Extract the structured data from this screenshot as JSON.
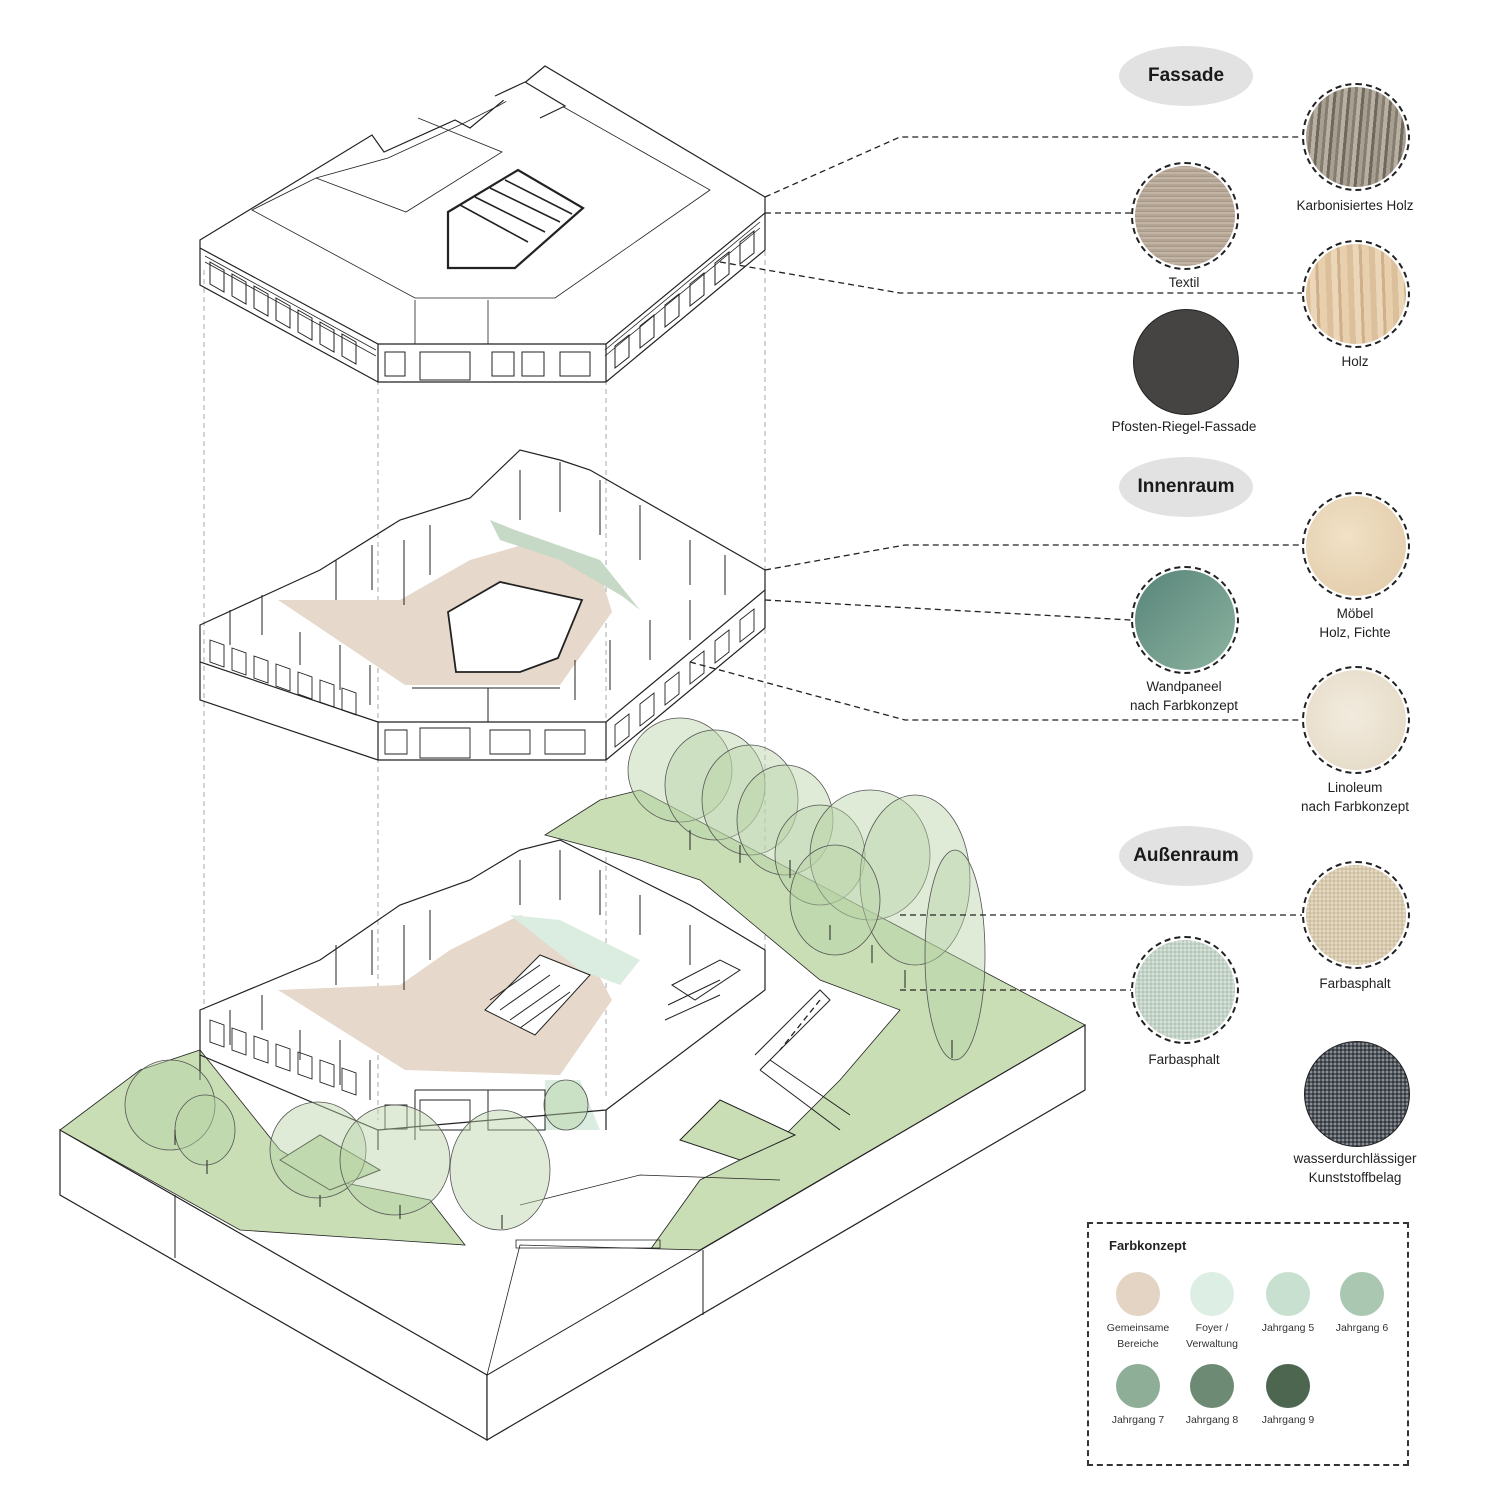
{
  "sections": {
    "fassade": "Fassade",
    "innenraum": "Innenraum",
    "aussenraum": "Außenraum"
  },
  "materials": {
    "karbonisiertes_holz": "Karbonisiertes Holz",
    "textil": "Textil",
    "holz": "Holz",
    "pfosten_riegel": "Pfosten-Riegel-Fassade",
    "moebel_line1": "Möbel",
    "moebel_line2": "Holz, Fichte",
    "wandpaneel_line1": "Wandpaneel",
    "wandpaneel_line2": "nach Farbkonzept",
    "linoleum_line1": "Linoleum",
    "linoleum_line2": "nach Farbkonzept",
    "farbasphalt_1": "Farbasphalt",
    "farbasphalt_2": "Farbasphalt",
    "kunststoff_line1": "wasserdurchlässiger",
    "kunststoff_line2": "Kunststoffbelag"
  },
  "colors": {
    "karbonisiertes_holz": "#8e8679",
    "textil": "#b8a999",
    "holz": "#e0c7a4",
    "pfosten_riegel": "#454443",
    "moebel": "#e9d6b8",
    "wandpaneel": "#6d9985",
    "linoleum": "#ece3d3",
    "farbasphalt_warm": "#d9ccb2",
    "farbasphalt_green": "#c4d3c8",
    "kunststoff": "#3e4249",
    "floor_common": "#e6d8ca",
    "landscape": "#c9deb5",
    "tree": "#b9d3a6"
  },
  "farbkonzept": {
    "title": "Farbkonzept",
    "items": [
      {
        "line1": "Gemeinsame",
        "line2": "Bereiche",
        "color": "#e3d4c3"
      },
      {
        "line1": "Foyer /",
        "line2": "Verwaltung",
        "color": "#ddeee4"
      },
      {
        "line1": "Jahrgang 5",
        "line2": "",
        "color": "#c8e0cf"
      },
      {
        "line1": "Jahrgang 6",
        "line2": "",
        "color": "#a9c7b1"
      },
      {
        "line1": "Jahrgang 7",
        "line2": "",
        "color": "#8fae97"
      },
      {
        "line1": "Jahrgang 8",
        "line2": "",
        "color": "#6d8b74"
      },
      {
        "line1": "Jahrgang 9",
        "line2": "",
        "color": "#4c6650"
      }
    ]
  }
}
